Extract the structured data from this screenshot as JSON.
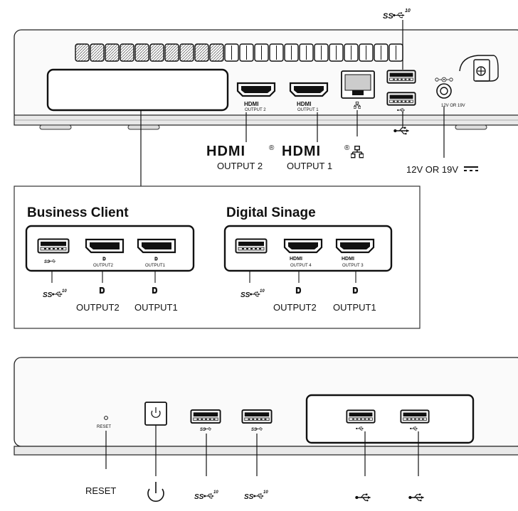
{
  "top_panel": {
    "callouts": {
      "hdmi_logo": "HDMI",
      "hdmi_reg": "®",
      "output2": "OUTPUT 2",
      "output1": "OUTPUT 1",
      "usb10_logo": "SS",
      "usb10_sup": "10",
      "dc_in": "12V OR 19V"
    },
    "port_labels": {
      "hdmi_logo": "HDMI",
      "hdmi_output2": "OUTPUT 2",
      "hdmi_output1": "OUTPUT 1",
      "dc_voltage": "12V OR 19V"
    }
  },
  "expansion_box": {
    "business": {
      "heading": "Business Client",
      "port_labels": [
        "SS10",
        "OUTPUT2",
        "OUTPUT1"
      ],
      "callouts": [
        "SS10",
        "OUTPUT2",
        "OUTPUT1"
      ]
    },
    "signage": {
      "heading": "Digital Sinage",
      "port_labels": [
        "SS10",
        "HDMI OUTPUT 4",
        "HDMI OUTPUT 3"
      ],
      "port_hdmi": "HDMI",
      "port_output4": "OUTPUT 4",
      "port_output3": "OUTPUT 3",
      "callouts": [
        "SS10",
        "OUTPUT2",
        "OUTPUT1"
      ]
    }
  },
  "bottom_panel": {
    "reset_small": "RESET",
    "callouts": {
      "reset": "RESET",
      "usb_a": "SS",
      "usb_a_sup": "10",
      "usb_b": "SS",
      "usb_b_sup": "10"
    }
  },
  "colors": {
    "line": "#111111",
    "panel_top": "#fafafa",
    "panel_edge": "#cfcfcf"
  },
  "icons": [
    "power-icon",
    "usb-icon",
    "ss10-usb-icon",
    "ethernet-icon",
    "displayport-icon",
    "dc-in-icon",
    "kensington-lock-icon"
  ]
}
